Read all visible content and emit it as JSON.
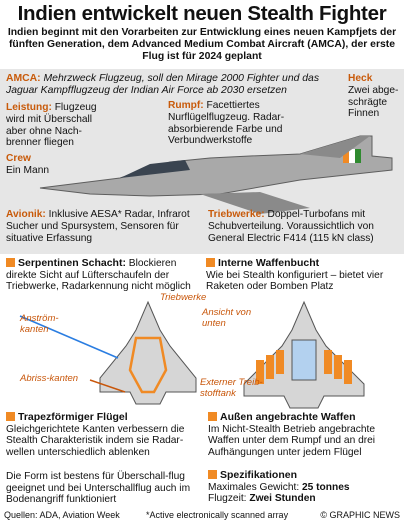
{
  "title": "Indien entwickelt neuen Stealth Fighter",
  "lead": "Indien beginnt mit den Vorarbeiten zur Entwicklung eines neuen Kampfjets der fünften Generation, dem  Advanced Medium Combat Aircraft (AMCA), der erste Flug ist für 2024 geplant",
  "amca": {
    "label": "AMCA:",
    "text": "Mehrzweck Flugzeug, soll den Mirage 2000 Fighter und das Jaguar Kampfflugzeug der Indian Air Force ab 2030 ersetzen"
  },
  "heck": {
    "label": "Heck",
    "text": "Zwei abge-schrägte Finnen"
  },
  "leistung": {
    "label": "Leistung:",
    "text": "Flugzeug wird mit Überschall aber ohne Nach-brenner fliegen"
  },
  "rumpf": {
    "label": "Rumpf:",
    "text": "Facettiertes Nurflügelflugzeug. Radar-absorbierende Farbe und Verbundwerkstoffe"
  },
  "crew": {
    "label": "Crew",
    "text": "Ein Mann"
  },
  "avionik": {
    "label": "Avionik:",
    "text": "Inklusive AESA* Radar, Infrarot Sucher und Spursystem, Sensoren für situative Erfassung"
  },
  "triebwerke": {
    "label": "Triebwerke:",
    "text": "Doppel-Turbofans mit Schubverteilung. Voraussichtlich von General Electric F414 (115 kN class)"
  },
  "serpentine": {
    "label": "Serpentinen Schacht:",
    "text": "Blockieren direkte Sicht auf Lüfterschaufeln der Triebwerke, Radarkennung nicht möglich"
  },
  "waffenbucht": {
    "label": "Interne Waffenbucht",
    "text": "Wie bei Stealth konfiguriert – bietet vier Raketen oder Bomben Platz"
  },
  "diagram": {
    "anstroem": "Anström-kanten",
    "triebwerke": "Triebwerke",
    "abriss": "Abriss-kanten",
    "ansicht": "Ansicht von unten",
    "tank": "Externer Treib-stofftank"
  },
  "trapez": {
    "label": "Trapezförmiger Flügel",
    "text1": "Gleichgerichtete Kanten verbessern die Stealth Charakteristik indem sie Radar-wellen unterschiedlich ablenken",
    "text2": "Die Form ist bestens für Überschall-flug geeignet und bei Unterschallflug auch im Bodenangriff funktioniert"
  },
  "waffen": {
    "label": "Außen angebrachte Waffen",
    "text": "Im Nicht-Stealth Betrieb angebrachte Waffen unter dem Rumpf und an drei Aufhängungen unter jedem Flügel"
  },
  "spez": {
    "label": "Spezifikationen",
    "speed_label": "Maximales Gewicht:",
    "speed_value": "25 tonnes",
    "flight_label": "Flugzeit:",
    "flight_value": "Zwei Stunden"
  },
  "footer": {
    "sources": "Quellen: ADA, Aviation Week",
    "note": "*Active electronically scanned array",
    "credit": "© GRAPHIC NEWS"
  },
  "colors": {
    "accent": "#f08a24",
    "label_text": "#c85a0a",
    "panel_grey": "#e6e6e6"
  }
}
